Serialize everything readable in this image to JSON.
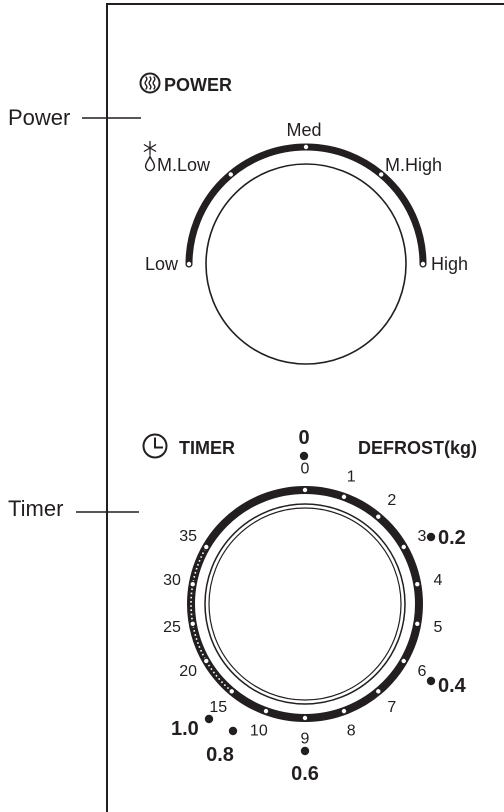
{
  "callouts": {
    "power": "Power",
    "timer": "Timer"
  },
  "power": {
    "title": "POWER",
    "levels": {
      "low": "Low",
      "m_low": "M.Low",
      "med": "Med",
      "m_high": "M.High",
      "high": "High"
    }
  },
  "timer": {
    "title": "TIMER",
    "defrost_title": "DEFROST(kg)",
    "minutes": [
      "0",
      "1",
      "2",
      "3",
      "4",
      "5",
      "6",
      "7",
      "8",
      "9",
      "10",
      "15",
      "20",
      "25",
      "30",
      "35"
    ],
    "defrost_weights": [
      "0",
      "0.2",
      "0.4",
      "0.6",
      "0.8",
      "1.0"
    ]
  },
  "icons": {
    "power": "microwave-power-icon",
    "defrost_level": "snowflake-drop-icon",
    "timer": "clock-icon"
  },
  "colors": {
    "ink": "#231f20",
    "paper": "#ffffff"
  }
}
